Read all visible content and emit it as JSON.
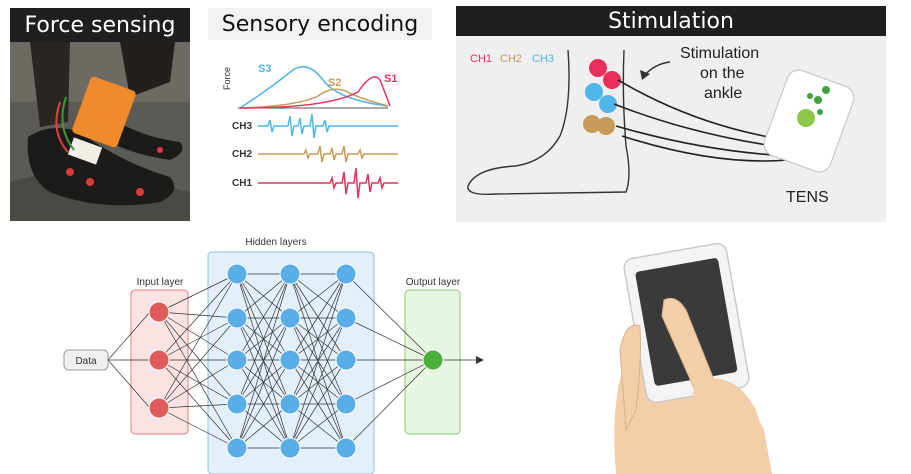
{
  "panels": {
    "force": {
      "title": "Force sensing"
    },
    "encoding": {
      "title": "Sensory encoding",
      "axis_label": "Force",
      "labels": {
        "s3": "S3",
        "s2": "S2",
        "s1": "S1"
      },
      "channels": {
        "ch3": "CH3",
        "ch2": "CH2",
        "ch1": "CH1"
      }
    },
    "stimulation": {
      "title": "Stimulation",
      "legend": {
        "ch1": "CH1",
        "ch2": "CH2",
        "ch3": "CH3"
      },
      "annotation_line1": "Stimulation",
      "annotation_line2": "on the",
      "annotation_line3": "ankle",
      "device_label": "TENS"
    },
    "network": {
      "hidden_label": "Hidden layers",
      "input_label": "Input layer",
      "output_label": "Output layer",
      "data_label": "Data"
    }
  },
  "colors": {
    "ch1": "#e8305a",
    "ch2": "#c89a5a",
    "ch3": "#4fb6e8",
    "title_dark": "#1f1f1f",
    "input_node": "#e05a5a",
    "hidden_node": "#5aaee8",
    "output_node": "#4caf3a"
  }
}
